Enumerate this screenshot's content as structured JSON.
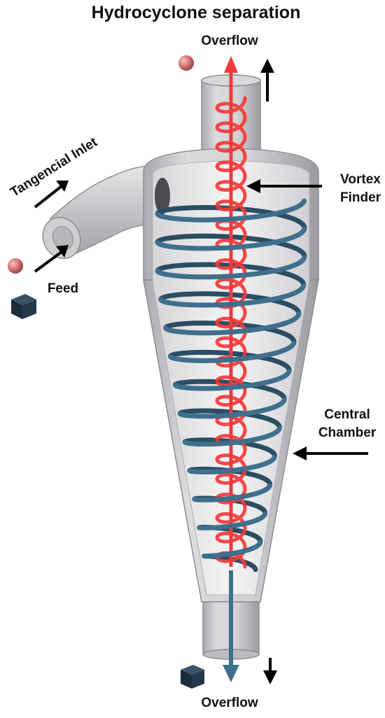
{
  "title": "Hydrocyclone separation",
  "labels": {
    "overflow_top": "Overflow",
    "tangential_inlet": "Tangencial Inlet",
    "feed": "Feed",
    "vortex_finder_line1": "Vortex",
    "vortex_finder_line2": "Finder",
    "central_chamber_line1": "Central",
    "central_chamber_line2": "Chamber",
    "overflow_bottom": "Overflow"
  },
  "colors": {
    "body": "#c9c9cc",
    "body_dark": "#9d9da2",
    "body_light": "#ececee",
    "outer_spiral": "#3f6f8c",
    "outer_spiral_back": "#2b4d63",
    "inner_spiral": "#f23a3a",
    "inner_spiral_light": "#ff8a8a",
    "particle_light": "#d9787a",
    "particle_dark": "#1f3344",
    "arrow": "#000000"
  },
  "icons": {
    "light_particle": "sphere",
    "heavy_particle": "cube",
    "direction": "arrow"
  }
}
